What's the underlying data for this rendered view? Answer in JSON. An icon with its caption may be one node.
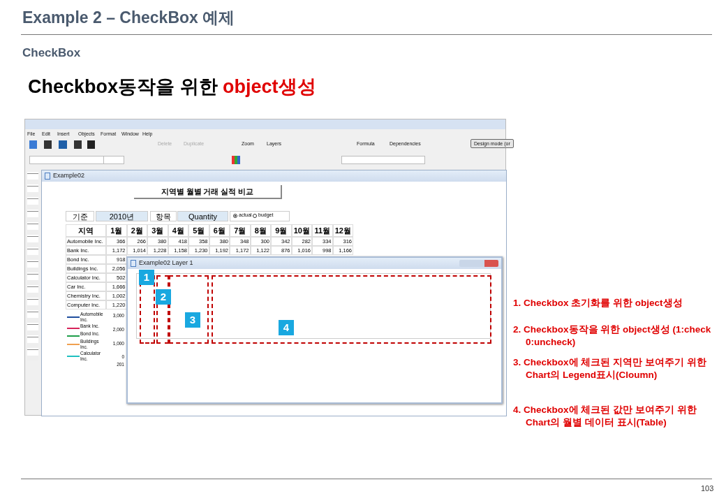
{
  "diagram": {
    "title": "Example 2 – CheckBox 예제",
    "nodes": [
      {
        "text": [],
        "shape": "box"
      },
      {
        "text": [
          "Example02"
        ],
        "in": 0
      },
      {
        "text": [
          "지역별 월별 거래 실적 비교"
        ],
        "in": 1
      },
      {
        "text": [
          "Example02 Layer 1"
        ],
        "in": 1
      },
      {
        "text": [
          "1"
        ],
        "in": 3
      },
      {
        "text": [
          "2"
        ],
        "in": 3
      },
      {
        "text": [
          "3"
        ],
        "in": 3
      },
      {
        "text": [
          "4"
        ],
        "in": 3
      }
    ],
    "labels": [
      "CheckBox",
      "Checkbox동작을 위한",
      "object생성",
      "File",
      "Edit",
      "Insert",
      "Objects",
      "Format",
      "Window",
      "Help",
      "Delete",
      "Duplicate",
      "Zoom",
      "Layers",
      "Formula",
      "Dependencies",
      "Design mode (or",
      "기준",
      "2010년",
      "항목",
      "Quantity",
      "actual",
      "budget",
      "지역",
      "1월",
      "2월",
      "3월",
      "4월",
      "5월",
      "6월",
      "7월",
      "8월",
      "9월",
      "10월",
      "11월",
      "12월",
      "Automobile Inc.",
      "366",
      "266",
      "380",
      "418",
      "358",
      "380",
      "348",
      "300",
      "342",
      "282",
      "334",
      "316",
      "Bank Inc.",
      "1,172",
      "1,014",
      "1,228",
      "1,158",
      "1,230",
      "1,192",
      "1,172",
      "1,122",
      "876",
      "1,016",
      "998",
      "1,166",
      "Bond Inc.",
      "918",
      "Buildings Inc.",
      "2,056",
      "Calculator Inc.",
      "502",
      "Car Inc.",
      "1,666",
      "Chemistry Inc.",
      "1,002",
      "Computer Inc.",
      "1,220",
      "3,000",
      "2,000",
      "1,000",
      "0",
      "201",
      "1. Checkbox 초기화를 위한 object생성",
      "2. Checkbox동작을 위한 object생성 (1:check 0:uncheck)",
      "3. Checkbox에 체크된 지역만 보여주기 위한 Chart의 Legend표시(Cloumn)",
      "4. Checkbox에 체크된 값만 보여주기 위한 Chart의 월별 데이터 표시(Table)",
      "103"
    ],
    "legend": [
      {
        "text": "Automobile Inc."
      },
      {
        "text": "Bank Inc."
      },
      {
        "text": "Bond Inc."
      },
      {
        "text": "Buildings Inc."
      },
      {
        "text": "Calculator Inc."
      }
    ]
  }
}
